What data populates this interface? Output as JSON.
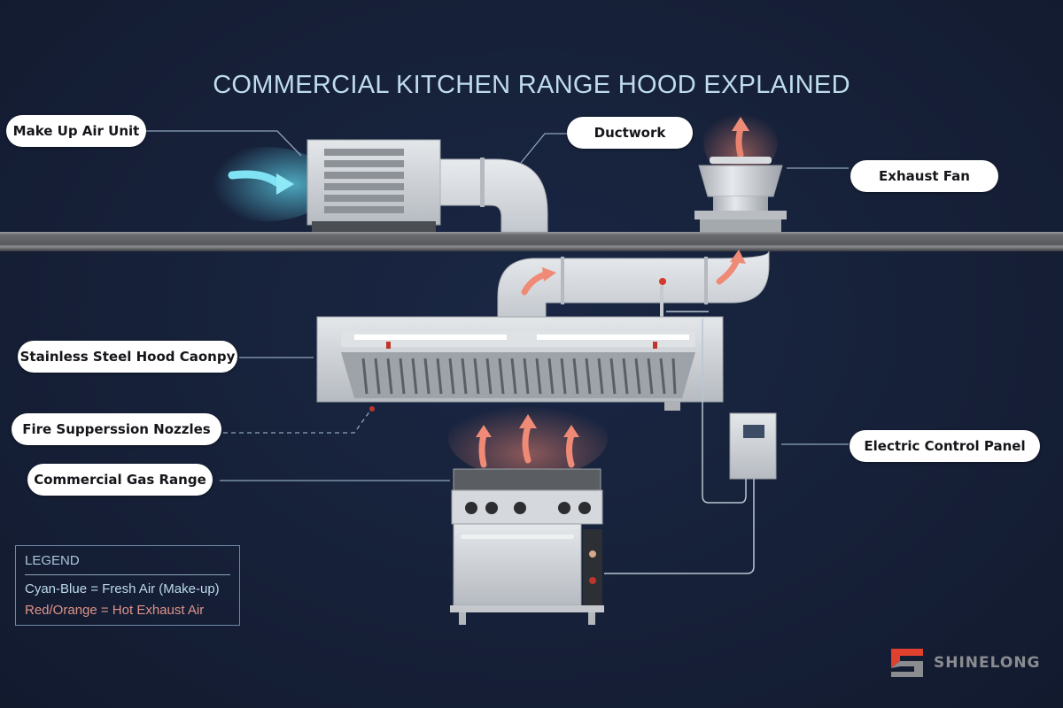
{
  "title": "COMMERCIAL KITCHEN RANGE HOOD EXPLAINED",
  "labels": {
    "make_up_air_unit": "Make Up Air Unit",
    "ductwork": "Ductwork",
    "exhaust_fan": "Exhaust Fan",
    "hood_canopy": "Stainless Steel Hood Caonpy",
    "fire_suppression": "Fire Supperssion Nozzles",
    "gas_range": "Commercial Gas Range",
    "control_panel": "Electric Control Panel"
  },
  "legend": {
    "title": "LEGEND",
    "items": [
      {
        "text": "Cyan-Blue = Fresh Air (Make-up)",
        "color": "#5fd3ea"
      },
      {
        "text": "Red/Orange = Hot Exhaust Air",
        "color": "#e8836f"
      }
    ]
  },
  "brand": {
    "name": "SHINELONG",
    "logo_colors": [
      "#e0402e",
      "#8a8c90"
    ]
  },
  "colors": {
    "background": "#16203a",
    "fresh_air": "#5fd3ea",
    "hot_exhaust": "#e8836f",
    "steel": "#c9cdd2",
    "leader_line": "#8ea6bb"
  }
}
